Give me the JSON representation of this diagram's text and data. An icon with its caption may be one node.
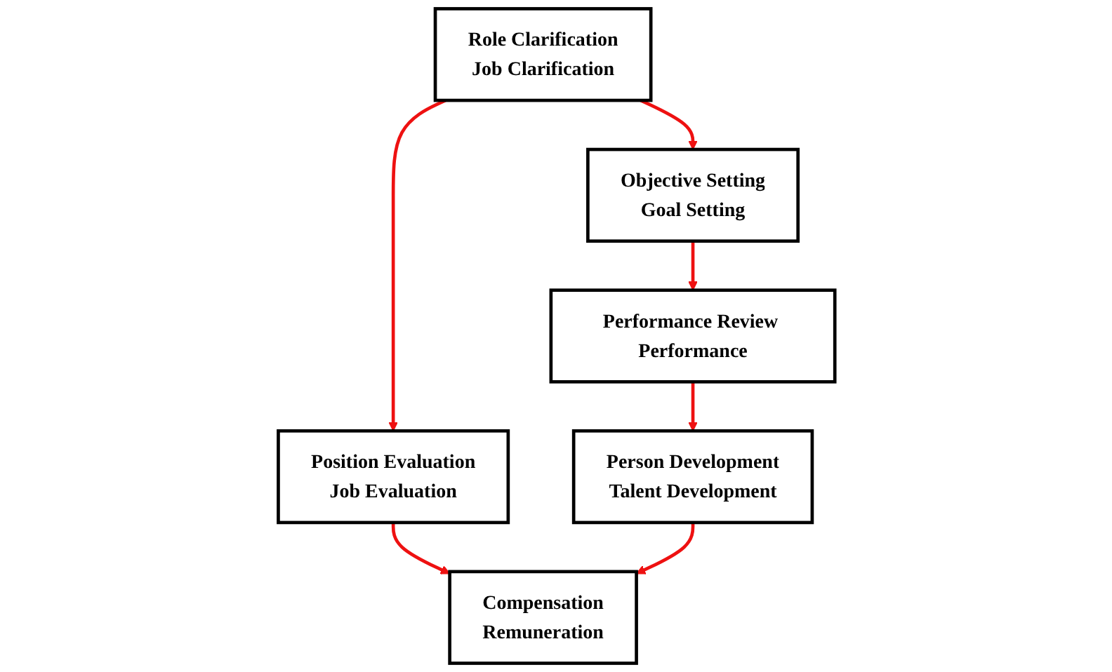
{
  "diagram": {
    "nodes": [
      {
        "text": [
          "Role Clarification",
          "Job Clarification"
        ]
      },
      {
        "text": [
          "Objective Setting",
          "Goal Setting"
        ]
      },
      {
        "text": [
          "Position Evaluation",
          "Job Evaluation"
        ]
      },
      {
        "text": [
          "Performance Review Performance"
        ]
      },
      {
        "text": [
          "Compensation",
          "Remuneration"
        ]
      },
      {
        "text": [
          "Person Development",
          "Talent Development"
        ]
      }
    ],
    "edges": [
      {
        "from": 0,
        "to": 1,
        "arrow": "to"
      },
      {
        "from": 0,
        "to": 2,
        "arrow": "to"
      },
      {
        "from": 1,
        "to": 3,
        "arrow": "to"
      },
      {
        "from": 2,
        "to": 4,
        "arrow": "to"
      },
      {
        "from": 3,
        "to": 5,
        "arrow": "to"
      },
      {
        "from": 5,
        "to": 4,
        "arrow": "to"
      }
    ]
  }
}
